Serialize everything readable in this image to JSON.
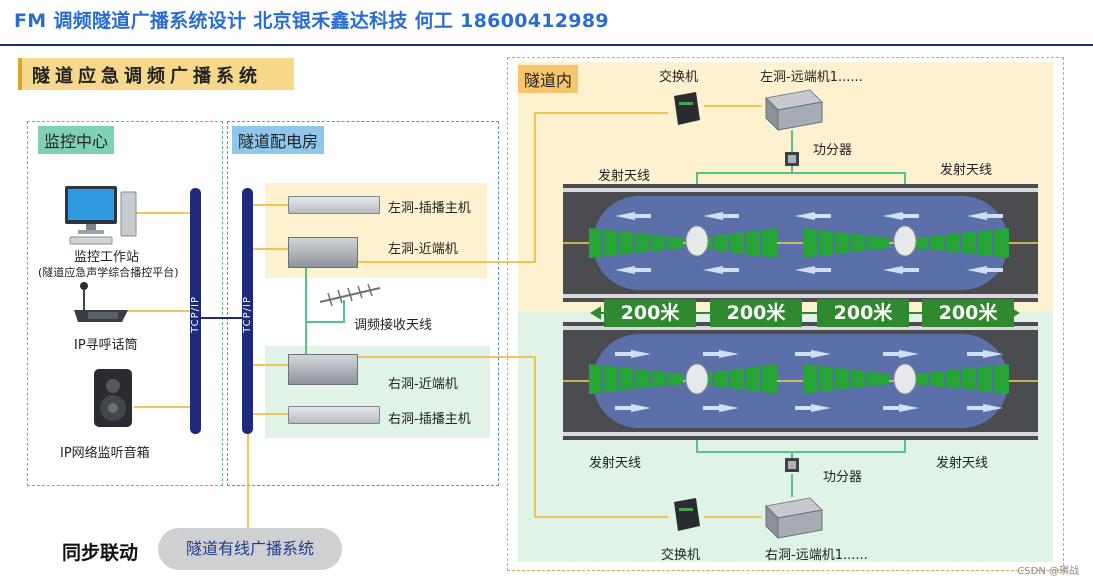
{
  "header": {
    "title": "FM 调频隧道广播系统设计  北京银禾鑫达科技    何工 18600412989"
  },
  "section_title": "隧道应急调频广播系统",
  "monitor_center": {
    "label": "监控中心",
    "workstation_label": "监控工作站",
    "workstation_sub": "(隧道应急声学综合播控平台)",
    "paging_label": "IP寻呼话筒",
    "speaker_label": "IP网络监听音箱"
  },
  "power_room": {
    "label": "隧道配电房",
    "bus_label": "TCP/IP",
    "left_insert_host": "左洞-插播主机",
    "left_near_end": "左洞-近端机",
    "fm_antenna": "调频接收天线",
    "right_near_end": "右洞-近端机",
    "right_insert_host": "右洞-插播主机"
  },
  "tunnel": {
    "label": "隧道内",
    "top_switch": "交换机",
    "top_remote": "左洞-远端机1......",
    "top_splitter": "功分器",
    "top_tx_left": "发射天线",
    "top_tx_right": "发射天线",
    "distances": [
      "200米",
      "200米",
      "200米",
      "200米"
    ],
    "bottom_tx_left": "发射天线",
    "bottom_tx_right": "发射天线",
    "bottom_splitter": "功分器",
    "bottom_switch": "交换机",
    "bottom_remote": "右洞-远端机1......"
  },
  "sync": {
    "label": "同步联动",
    "pill": "隧道有线广播系统"
  },
  "watermark": "CSDN @琪战",
  "colors": {
    "accent_blue": "#2a6dd1",
    "bus_navy": "#1e2a7a",
    "link_yellow": "#f0b429",
    "link_green": "#56c38b",
    "signal_green": "#27a638",
    "road_blue": "#5b6fa8",
    "tunnel_band_yellow": "#fdf1cf",
    "tunnel_band_green": "#dff3e6"
  }
}
